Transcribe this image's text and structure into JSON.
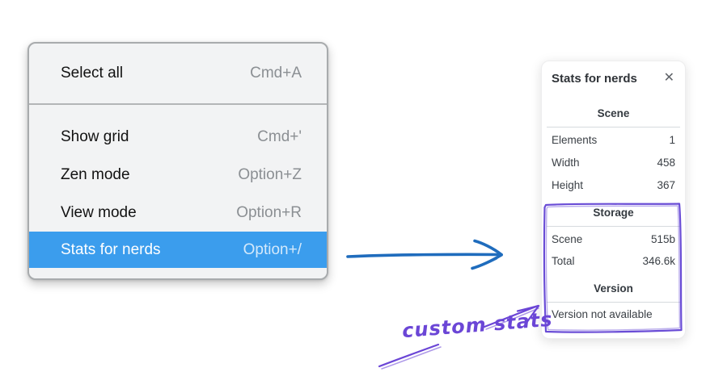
{
  "colors": {
    "highlight-blue": "#3b9ded",
    "menu-bg": "#f2f3f4",
    "menu-border": "#a8abad",
    "arrow-blue": "#1f6cbd",
    "annotation-violet": "#6b46d6",
    "box-violet": "#6a4dd6"
  },
  "menu": {
    "top_item": {
      "label": "Select all",
      "shortcut": "Cmd+A"
    },
    "items": [
      {
        "label": "Show grid",
        "shortcut": "Cmd+'"
      },
      {
        "label": "Zen mode",
        "shortcut": "Option+Z"
      },
      {
        "label": "View mode",
        "shortcut": "Option+R"
      },
      {
        "label": "Stats for nerds",
        "shortcut": "Option+/",
        "selected": true
      }
    ]
  },
  "panel": {
    "title": "Stats for nerds",
    "close_glyph": "✕",
    "scene": {
      "heading": "Scene",
      "rows": [
        {
          "label": "Elements",
          "value": "1"
        },
        {
          "label": "Width",
          "value": "458"
        },
        {
          "label": "Height",
          "value": "367"
        }
      ]
    },
    "storage": {
      "heading": "Storage",
      "rows": [
        {
          "label": "Scene",
          "value": "515b"
        },
        {
          "label": "Total",
          "value": "346.6k"
        }
      ]
    },
    "version": {
      "heading": "Version",
      "note": "Version not available"
    }
  },
  "annotation": {
    "label": "custom stats"
  }
}
